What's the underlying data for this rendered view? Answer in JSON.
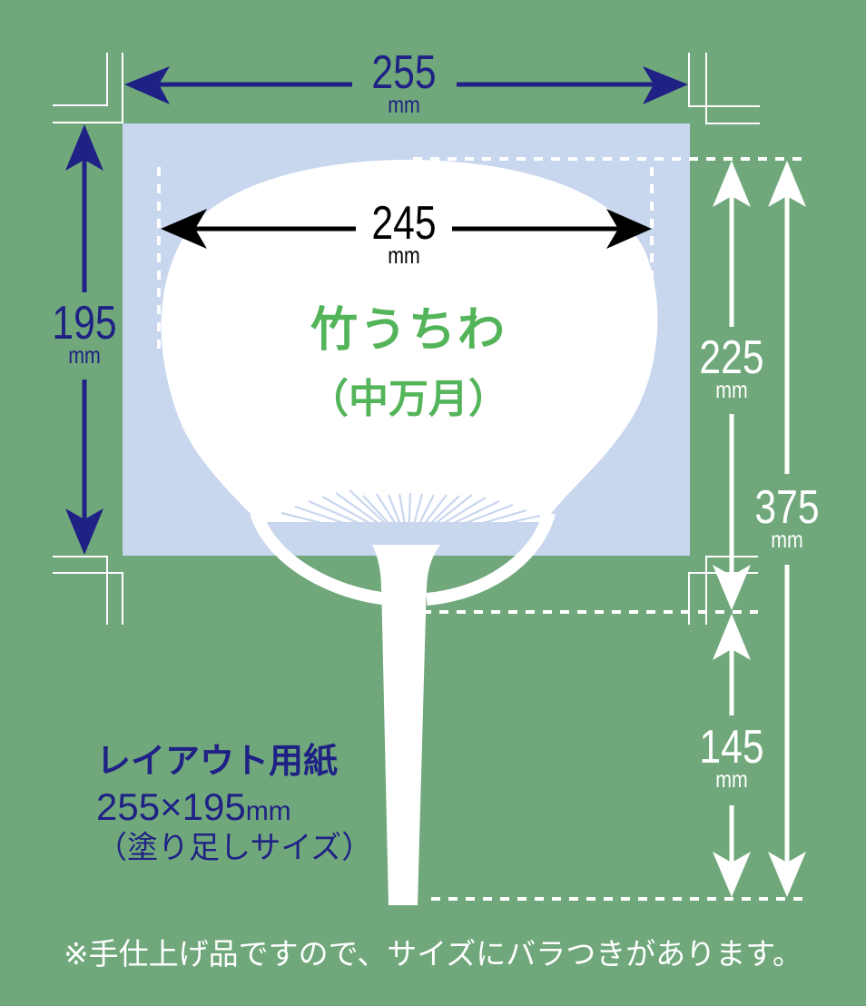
{
  "colors": {
    "background": "#70a87b",
    "layout_area": "#c8d6ee",
    "dimension_navy": "#1f2185",
    "fan_text_green": "#54b45a",
    "white": "#ffffff",
    "black": "#000000"
  },
  "dimensions": {
    "layout_width": {
      "value": "255",
      "unit": "mm"
    },
    "layout_height": {
      "value": "195",
      "unit": "mm"
    },
    "fan_width": {
      "value": "245",
      "unit": "mm"
    },
    "fan_head_height": {
      "value": "225",
      "unit": "mm"
    },
    "total_height": {
      "value": "375",
      "unit": "mm"
    },
    "handle_length": {
      "value": "145",
      "unit": "mm"
    }
  },
  "fan": {
    "title": "竹うちわ",
    "subtitle": "（中万月）"
  },
  "layout_paper": {
    "title": "レイアウト用紙",
    "size": "255×195",
    "size_unit": "mm",
    "note": "（塗り足しサイズ）"
  },
  "footer_note": "※手仕上げ品ですので、サイズにバラつきがあります。"
}
